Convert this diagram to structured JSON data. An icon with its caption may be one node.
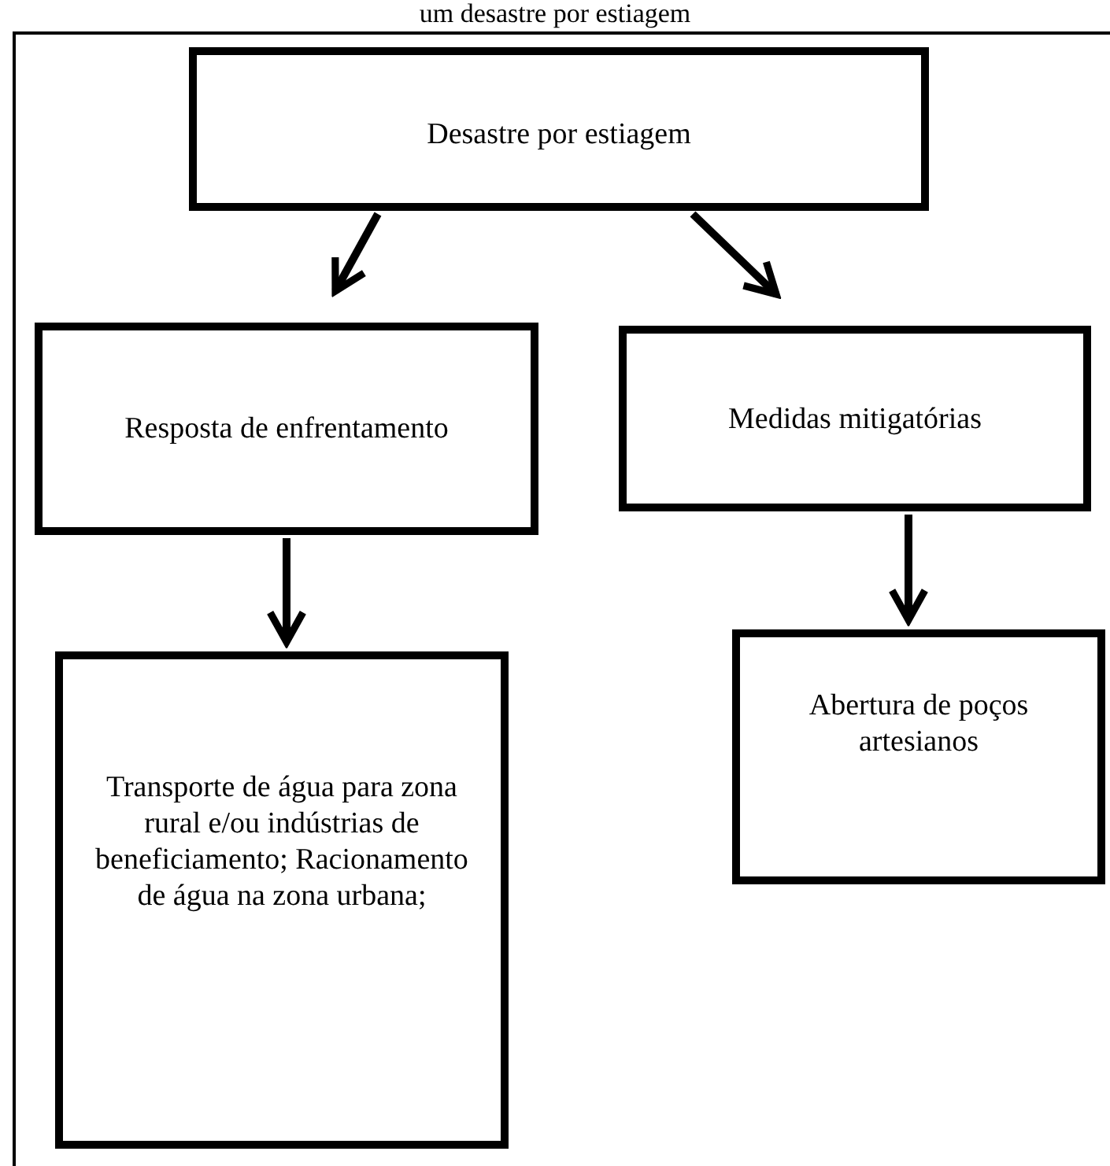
{
  "diagram": {
    "title": "um desastre por estiagem",
    "nodes": [
      {
        "text": [
          "Desastre por estiagem"
        ]
      },
      {
        "text": [
          "Resposta de enfrentamento"
        ]
      },
      {
        "text": [
          "Medidas mitigatórias"
        ]
      },
      {
        "text": [
          "Transporte de água para zona rural e/ou indústrias de beneficiamento; Racionamento de água na zona urbana;"
        ]
      },
      {
        "text": [
          "Abertura de poços artesianos"
        ]
      }
    ],
    "edges": [
      {
        "from": 0,
        "to": 1,
        "arrow": "to"
      },
      {
        "from": 0,
        "to": 2,
        "arrow": "to"
      },
      {
        "from": 1,
        "to": 3,
        "arrow": "to"
      },
      {
        "from": 2,
        "to": 4,
        "arrow": "to"
      }
    ]
  }
}
